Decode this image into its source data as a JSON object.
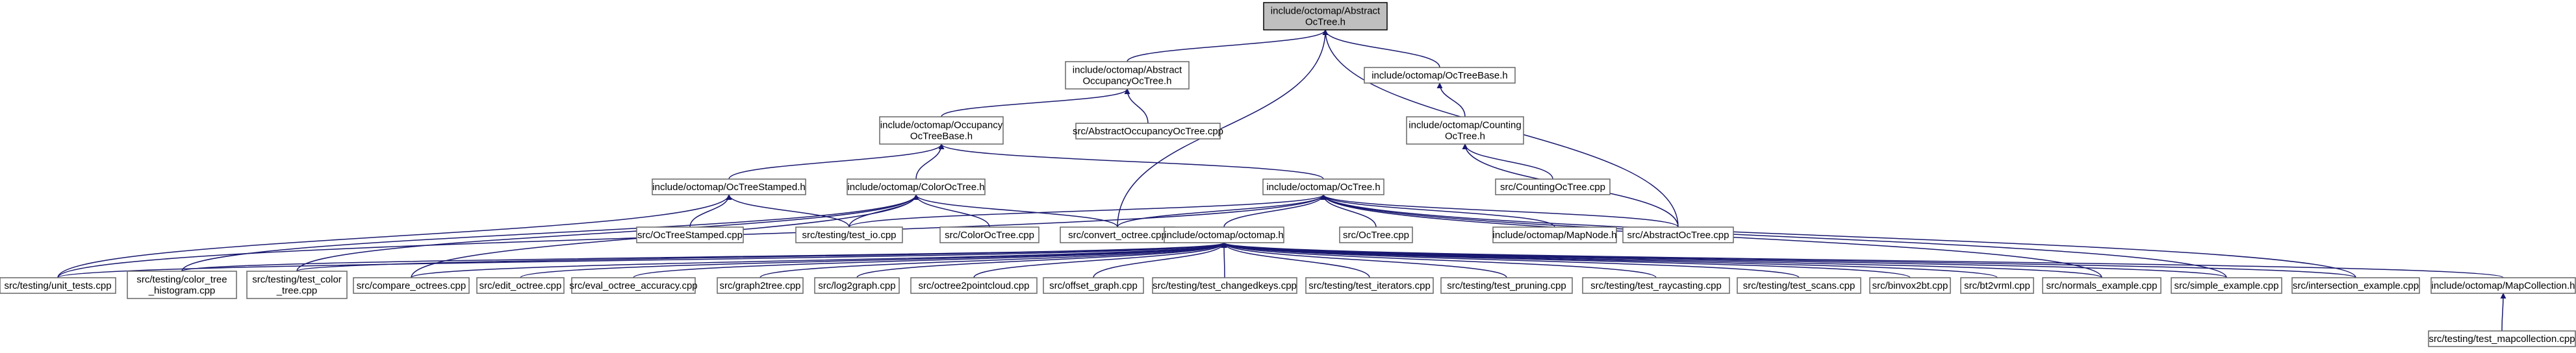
{
  "diagram": {
    "colors": {
      "edge": "#191970",
      "node_border": "#666666",
      "root_fill": "#bfbfbf",
      "root_border": "#000000"
    },
    "nodes": [
      {
        "id": "root",
        "lines": [
          "include/octomap/Abstract",
          "OcTree.h"
        ],
        "root": true
      },
      {
        "id": "aoct_h",
        "lines": [
          "include/octomap/Abstract",
          "OccupancyOcTree.h"
        ]
      },
      {
        "id": "octbase_h",
        "lines": [
          "include/octomap/OcTreeBase.h"
        ]
      },
      {
        "id": "aoct_cpp",
        "lines": [
          "src/AbstractOccupancyOcTree.cpp"
        ]
      },
      {
        "id": "counting_h",
        "lines": [
          "include/octomap/Counting",
          "OcTree.h"
        ]
      },
      {
        "id": "occbase_h",
        "lines": [
          "include/octomap/Occupancy",
          "OcTreeBase.h"
        ]
      },
      {
        "id": "counting_cpp",
        "lines": [
          "src/CountingOcTree.cpp"
        ]
      },
      {
        "id": "stamped_h",
        "lines": [
          "include/octomap/OcTreeStamped.h"
        ]
      },
      {
        "id": "color_h",
        "lines": [
          "include/octomap/ColorOcTree.h"
        ]
      },
      {
        "id": "octree_h",
        "lines": [
          "include/octomap/OcTree.h"
        ]
      },
      {
        "id": "stamped_cpp",
        "lines": [
          "src/OcTreeStamped.cpp"
        ]
      },
      {
        "id": "test_io",
        "lines": [
          "src/testing/test_io.cpp"
        ]
      },
      {
        "id": "color_cpp",
        "lines": [
          "src/ColorOcTree.cpp"
        ]
      },
      {
        "id": "convert",
        "lines": [
          "src/convert_octree.cpp"
        ]
      },
      {
        "id": "octree_cpp",
        "lines": [
          "src/OcTree.cpp"
        ]
      },
      {
        "id": "mapnode_h",
        "lines": [
          "include/octomap/MapNode.h"
        ]
      },
      {
        "id": "abstract_cpp",
        "lines": [
          "src/AbstractOcTree.cpp"
        ]
      },
      {
        "id": "octomap_h",
        "lines": [
          "include/octomap/octomap.h"
        ]
      },
      {
        "id": "unit_tests",
        "lines": [
          "src/testing/unit_tests.cpp"
        ]
      },
      {
        "id": "color_hist",
        "lines": [
          "src/testing/color_tree",
          "_histogram.cpp"
        ]
      },
      {
        "id": "test_color",
        "lines": [
          "src/testing/test_color",
          "_tree.cpp"
        ]
      },
      {
        "id": "compare",
        "lines": [
          "src/compare_octrees.cpp"
        ]
      },
      {
        "id": "edit",
        "lines": [
          "src/edit_octree.cpp"
        ]
      },
      {
        "id": "eval",
        "lines": [
          "src/eval_octree_accuracy.cpp"
        ]
      },
      {
        "id": "graph2tree",
        "lines": [
          "src/graph2tree.cpp"
        ]
      },
      {
        "id": "log2graph",
        "lines": [
          "src/log2graph.cpp"
        ]
      },
      {
        "id": "o2pc",
        "lines": [
          "src/octree2pointcloud.cpp"
        ]
      },
      {
        "id": "offset",
        "lines": [
          "src/offset_graph.cpp"
        ]
      },
      {
        "id": "changed",
        "lines": [
          "src/testing/test_changedkeys.cpp"
        ]
      },
      {
        "id": "iters",
        "lines": [
          "src/testing/test_iterators.cpp"
        ]
      },
      {
        "id": "pruning",
        "lines": [
          "src/testing/test_pruning.cpp"
        ]
      },
      {
        "id": "raycast",
        "lines": [
          "src/testing/test_raycasting.cpp"
        ]
      },
      {
        "id": "scans",
        "lines": [
          "src/testing/test_scans.cpp"
        ]
      },
      {
        "id": "binvox",
        "lines": [
          "src/binvox2bt.cpp"
        ]
      },
      {
        "id": "bt2vrml",
        "lines": [
          "src/bt2vrml.cpp"
        ]
      },
      {
        "id": "normals",
        "lines": [
          "src/normals_example.cpp"
        ]
      },
      {
        "id": "simple",
        "lines": [
          "src/simple_example.cpp"
        ]
      },
      {
        "id": "intersect",
        "lines": [
          "src/intersection_example.cpp"
        ]
      },
      {
        "id": "mapcoll_h",
        "lines": [
          "include/octomap/MapCollection.h"
        ]
      },
      {
        "id": "mapcoll_cpp",
        "lines": [
          "src/testing/test_mapcollection.cpp"
        ]
      }
    ],
    "edges": [
      [
        "aoct_h",
        "root"
      ],
      [
        "octbase_h",
        "root"
      ],
      [
        "abstract_cpp",
        "root"
      ],
      [
        "convert",
        "root"
      ],
      [
        "aoct_cpp",
        "aoct_h"
      ],
      [
        "occbase_h",
        "aoct_h"
      ],
      [
        "counting_h",
        "octbase_h"
      ],
      [
        "counting_cpp",
        "counting_h"
      ],
      [
        "abstract_cpp",
        "counting_h"
      ],
      [
        "stamped_h",
        "occbase_h"
      ],
      [
        "color_h",
        "occbase_h"
      ],
      [
        "octree_h",
        "occbase_h"
      ],
      [
        "stamped_cpp",
        "stamped_h"
      ],
      [
        "test_io",
        "stamped_h"
      ],
      [
        "unit_tests",
        "stamped_h"
      ],
      [
        "test_io",
        "color_h"
      ],
      [
        "color_cpp",
        "color_h"
      ],
      [
        "convert",
        "color_h"
      ],
      [
        "color_hist",
        "color_h"
      ],
      [
        "test_color",
        "color_h"
      ],
      [
        "compare",
        "color_h"
      ],
      [
        "octomap_h",
        "octree_h"
      ],
      [
        "octree_cpp",
        "octree_h"
      ],
      [
        "mapnode_h",
        "octree_h"
      ],
      [
        "abstract_cpp",
        "octree_h"
      ],
      [
        "test_io",
        "octree_h"
      ],
      [
        "convert",
        "octree_h"
      ],
      [
        "unit_tests",
        "octree_h"
      ],
      [
        "normals",
        "octree_h"
      ],
      [
        "simple",
        "octree_h"
      ],
      [
        "intersect",
        "octree_h"
      ],
      [
        "unit_tests",
        "octomap_h"
      ],
      [
        "color_hist",
        "octomap_h"
      ],
      [
        "test_color",
        "octomap_h"
      ],
      [
        "compare",
        "octomap_h"
      ],
      [
        "edit",
        "octomap_h"
      ],
      [
        "eval",
        "octomap_h"
      ],
      [
        "graph2tree",
        "octomap_h"
      ],
      [
        "log2graph",
        "octomap_h"
      ],
      [
        "o2pc",
        "octomap_h"
      ],
      [
        "offset",
        "octomap_h"
      ],
      [
        "changed",
        "octomap_h"
      ],
      [
        "iters",
        "octomap_h"
      ],
      [
        "pruning",
        "octomap_h"
      ],
      [
        "raycast",
        "octomap_h"
      ],
      [
        "scans",
        "octomap_h"
      ],
      [
        "binvox",
        "octomap_h"
      ],
      [
        "bt2vrml",
        "octomap_h"
      ],
      [
        "normals",
        "octomap_h"
      ],
      [
        "simple",
        "octomap_h"
      ],
      [
        "intersect",
        "octomap_h"
      ],
      [
        "mapcoll_h",
        "octomap_h"
      ],
      [
        "mapcoll_cpp",
        "mapcoll_h"
      ]
    ]
  }
}
